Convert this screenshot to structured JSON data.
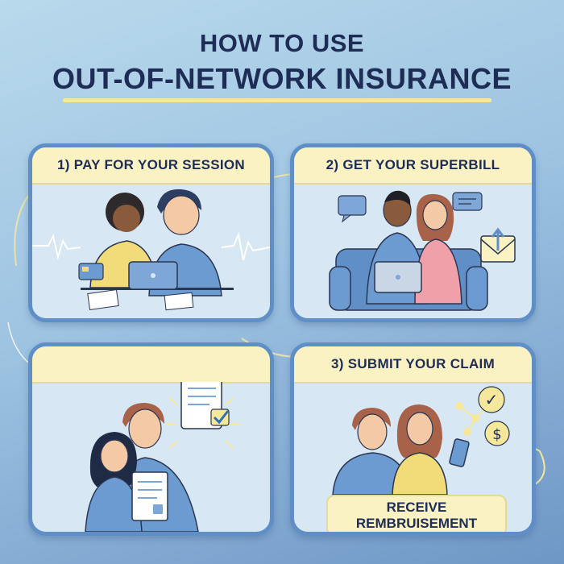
{
  "title": {
    "line1": "HOW TO USE",
    "line2": "OUT-OF-NETWORK INSURANCE"
  },
  "panels": [
    {
      "heading": "1) PAY FOR YOUR SESSION"
    },
    {
      "heading": "2) GET YOUR SUPERBILL"
    },
    {
      "heading": ""
    },
    {
      "heading": "3) SUBMIT YOUR CLAIM"
    }
  ],
  "receive": {
    "line1": "RECEIVE",
    "line2": "REMBRUISEMENT"
  },
  "icons": {
    "currency": "$",
    "check": "✓"
  },
  "colors": {
    "title": "#1e2d55",
    "panel_border": "#5f8fc6",
    "panel_fill": "#d7e7f3",
    "header_fill": "#fbf2c4",
    "shirt_blue": "#6c9bd1",
    "shirt_yellow": "#f2dc7a",
    "shirt_pink": "#f0a0a8"
  }
}
